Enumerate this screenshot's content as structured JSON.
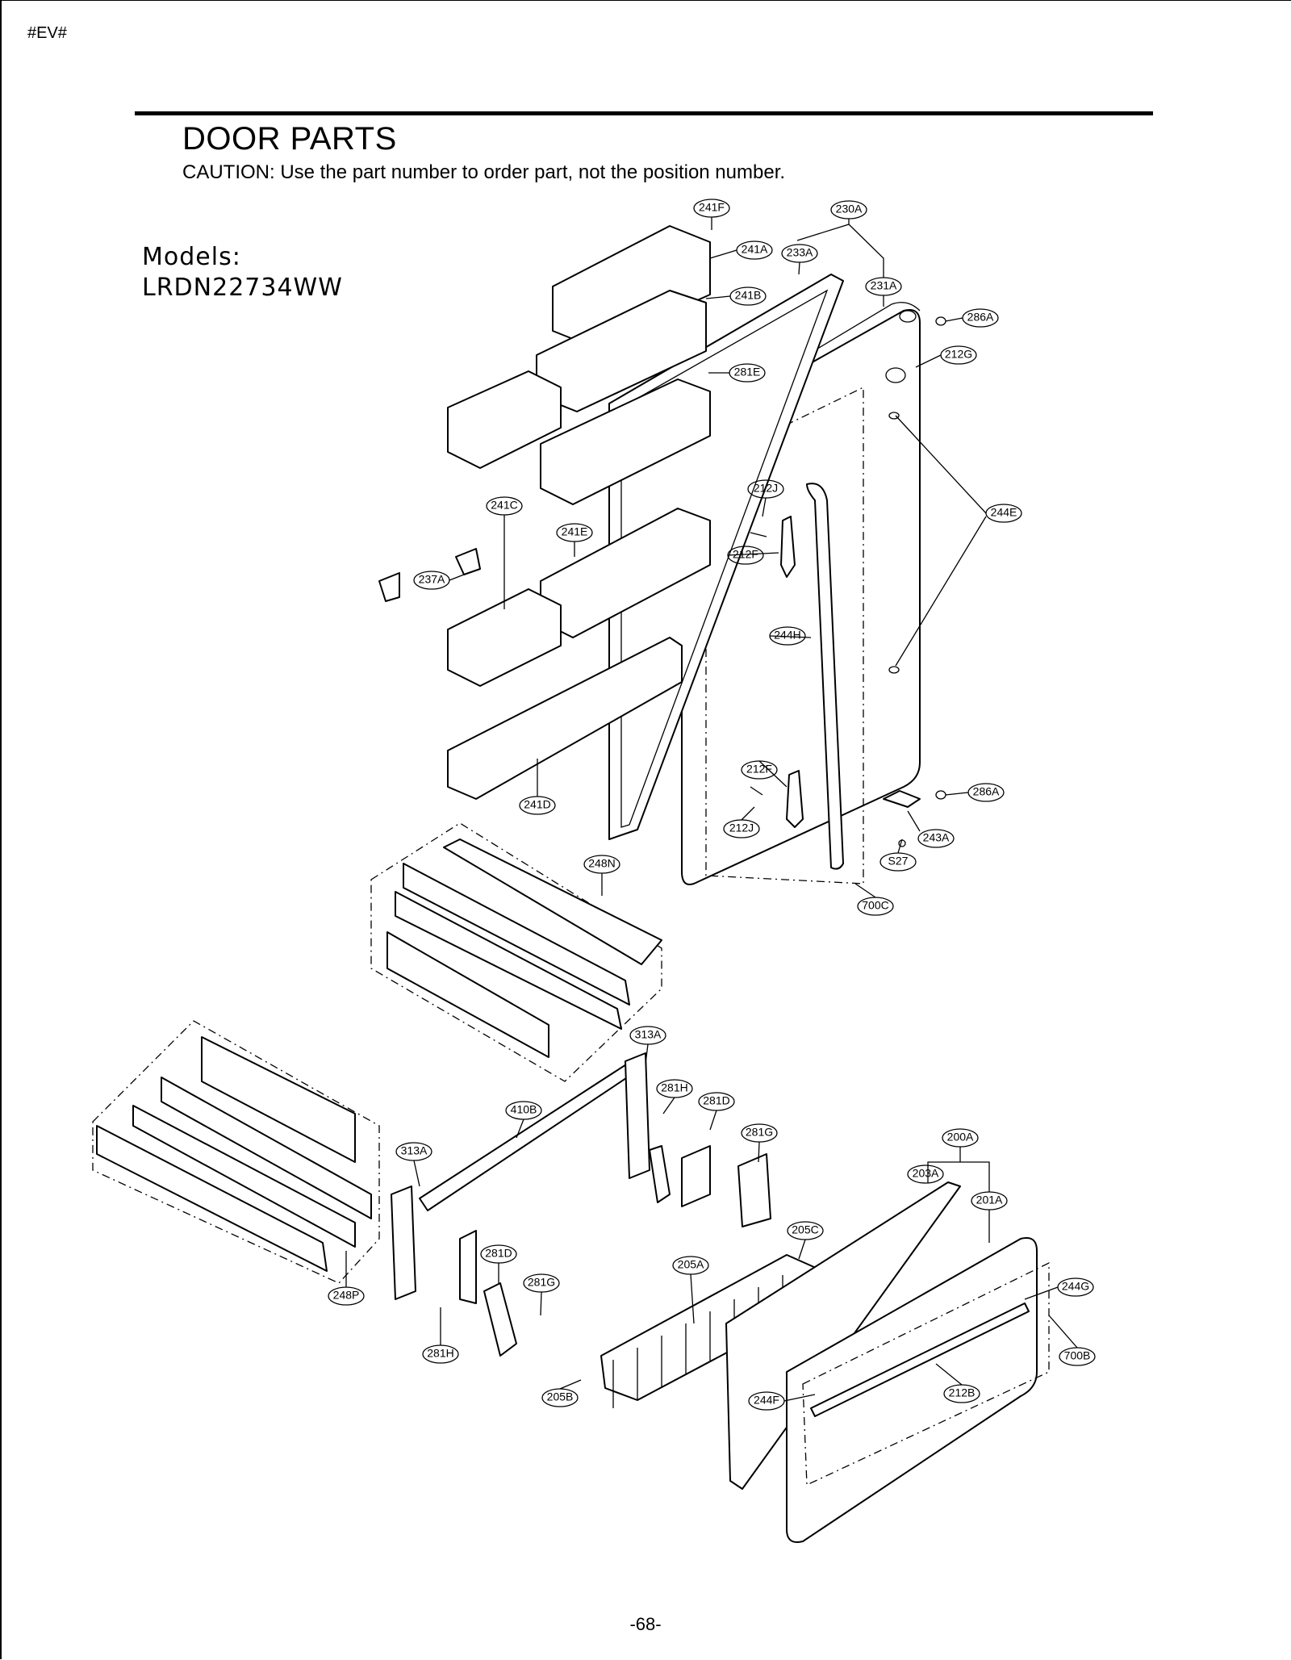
{
  "header": {
    "tag": "#EV#"
  },
  "title": "DOOR PARTS",
  "caution": "CAUTION: Use the part number to order part, not the position number.",
  "models": {
    "label": "Models:",
    "model": "LRDN22734WW"
  },
  "callouts": [
    "241F",
    "230A",
    "241A",
    "233A",
    "241B",
    "231A",
    "286A",
    "212G",
    "281E",
    "212J",
    "244E",
    "241C",
    "241E",
    "212F",
    "237A",
    "244H",
    "212F",
    "286A",
    "212J",
    "243A",
    "241D",
    "S27",
    "248N",
    "700C",
    "313A",
    "281H",
    "281D",
    "410B",
    "281G",
    "200A",
    "313A",
    "203A",
    "201A",
    "205C",
    "281D",
    "205A",
    "244G",
    "281G",
    "700B",
    "248P",
    "212B",
    "281H",
    "205B",
    "244F"
  ],
  "footer": {
    "page": "-68-"
  }
}
